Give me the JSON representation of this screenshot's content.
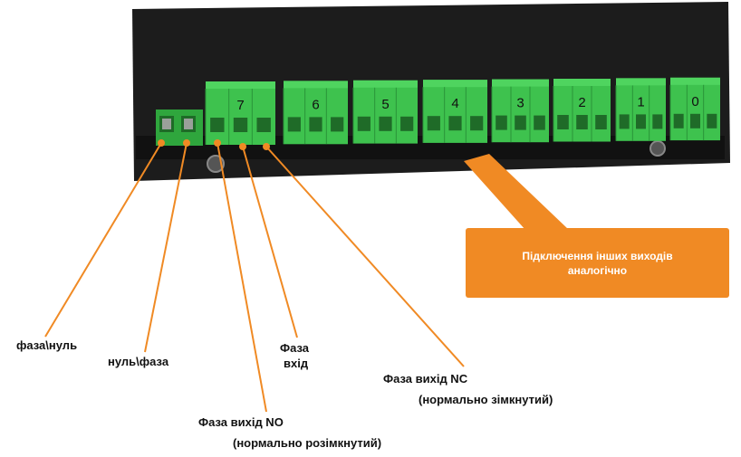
{
  "terminals": {
    "channel_numbers": [
      "7",
      "6",
      "5",
      "4",
      "3",
      "2",
      "1",
      "0"
    ]
  },
  "labels": {
    "phase_neutral": "фаза\\нуль",
    "neutral_phase": "нуль\\фаза",
    "phase_input_line1": "Фаза",
    "phase_input_line2": "вхід",
    "phase_out_nc_line1": "Фаза вихід NC",
    "phase_out_nc_line2": "(нормально зімкнутий)",
    "phase_out_no_line1": "Фаза вихід NO",
    "phase_out_no_line2": "(нормально розімкнутий)"
  },
  "callout": {
    "line1": "Підключення інших виходів",
    "line2": "аналогічно"
  },
  "colors": {
    "panel": "#1c1c1c",
    "terminal_green": "#3ec24e",
    "arrow_orange": "#f08a24",
    "callout_bg": "#f08a24"
  }
}
